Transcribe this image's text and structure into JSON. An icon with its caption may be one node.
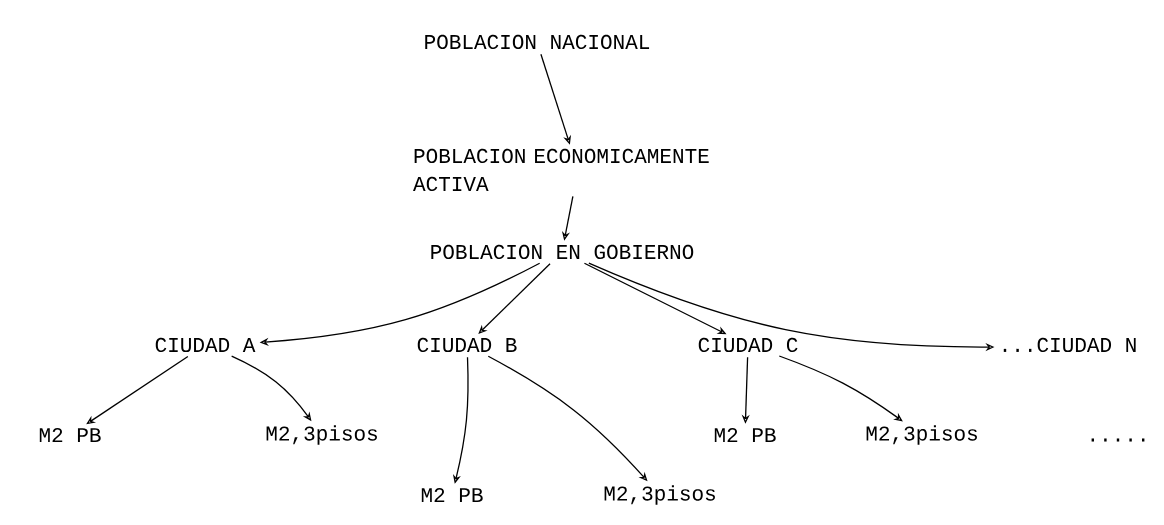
{
  "diagram": {
    "nodes": [
      {
        "text": [
          "POBLACION NACIONAL"
        ]
      },
      {
        "text": [
          "POBLACION ECONOMICAMENTE ACTIVA"
        ]
      },
      {
        "text": [
          "POBLACION EN GOBIERNO"
        ]
      },
      {
        "text": [
          "CIUDAD A"
        ]
      },
      {
        "text": [
          "CIUDAD B"
        ]
      },
      {
        "text": [
          "CIUDAD C"
        ]
      },
      {
        "text": [
          "...CIUDAD N"
        ]
      },
      {
        "text": [
          "M2 PB"
        ]
      },
      {
        "text": [
          "M2,3pisos"
        ]
      },
      {
        "text": [
          "M2 PB"
        ]
      },
      {
        "text": [
          "M2,3pisos"
        ]
      },
      {
        "text": [
          "M2 PB"
        ]
      },
      {
        "text": [
          "M2,3pisos"
        ]
      }
    ],
    "edges": [
      {
        "from": 0,
        "to": 1,
        "arrow": "to"
      },
      {
        "from": 1,
        "to": 2,
        "arrow": "to"
      },
      {
        "from": 2,
        "to": 3,
        "arrow": "to"
      },
      {
        "from": 2,
        "to": 4,
        "arrow": "to"
      },
      {
        "from": 2,
        "to": 5,
        "arrow": "to"
      },
      {
        "from": 2,
        "to": 6,
        "arrow": "to"
      },
      {
        "from": 3,
        "to": 7,
        "arrow": "to"
      },
      {
        "from": 3,
        "to": 8,
        "arrow": "to"
      },
      {
        "from": 4,
        "to": 9,
        "arrow": "to"
      },
      {
        "from": 4,
        "to": 10,
        "arrow": "to"
      },
      {
        "from": 5,
        "to": 11,
        "arrow": "to"
      },
      {
        "from": 5,
        "to": 12,
        "arrow": "to"
      }
    ],
    "labels": [
      "....."
    ]
  }
}
